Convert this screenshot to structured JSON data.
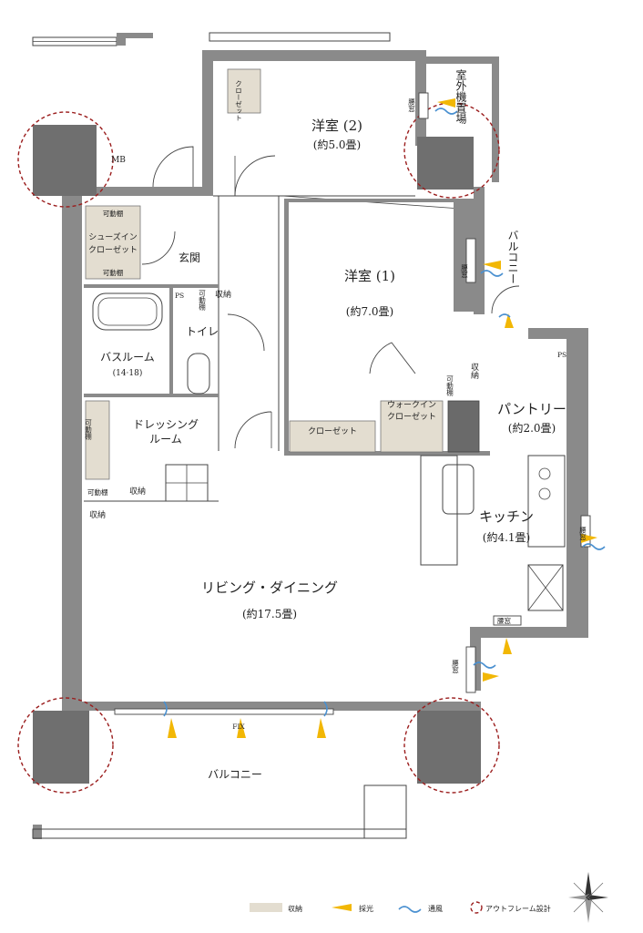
{
  "rooms": {
    "western2_name": "洋室 (2)",
    "western2_size": "(約5.0畳)",
    "western1_name": "洋室 (1)",
    "western1_size": "(約7.0畳)",
    "entrance": "玄関",
    "toilet": "トイレ",
    "bath_name": "バスルーム",
    "bath_size": "(14·18)",
    "dressing_line1": "ドレッシング",
    "dressing_line2": "ルーム",
    "pantry_name": "パントリー",
    "pantry_size": "(約2.0畳)",
    "kitchen_name": "キッチン",
    "kitchen_size": "(約4.1畳)",
    "living_name": "リビング・ダイニング",
    "living_size": "(約17.5畳)",
    "balcony_main": "バルコニー",
    "balcony_side": "バルコニー",
    "outdoor_unit": "室外機置場"
  },
  "labels": {
    "mb": "MB",
    "ps1": "PS",
    "ps2": "PS",
    "closet_w2": "クローゼット",
    "closet_w1": "クローゼット",
    "walkin_line1": "ウォークイン",
    "walkin_line2": "クローゼット",
    "movable_shelf_a": "可動棚",
    "movable_shelf_b": "可動棚",
    "movable_shelf_c": "可動棚",
    "movable_shelf_d": "可動棚",
    "movable_shelf_e": "可動棚",
    "movable_shelf_f": "可動棚",
    "shoe_line1": "シューズイン",
    "shoe_line2": "クローゼット",
    "storage_a": "収納",
    "storage_b": "収納",
    "storage_c": "収納",
    "storage_d": "収納",
    "waist_window_a": "腰窓",
    "waist_window_b": "腰窓",
    "waist_window_c": "腰窓",
    "waist_window_d": "腰窓",
    "waist_window_e": "腰窓",
    "fix": "FIX"
  },
  "legend": {
    "storage": "収納",
    "daylight": "採光",
    "ventilation": "通風",
    "outframe": "アウトフレーム設計"
  },
  "colors": {
    "wall": "#8a8a8a",
    "column": "#6f6f6f",
    "storage_fill": "#e3ddd0",
    "daylight": "#f2b705",
    "ventilation": "#4a90d0",
    "outframe_circle": "#9b1d1d"
  },
  "icons": {
    "compass": "compass-icon",
    "stove": "stove-icon",
    "bathtub": "bathtub-icon",
    "toilet": "toilet-icon",
    "sink": "sink-icon"
  }
}
